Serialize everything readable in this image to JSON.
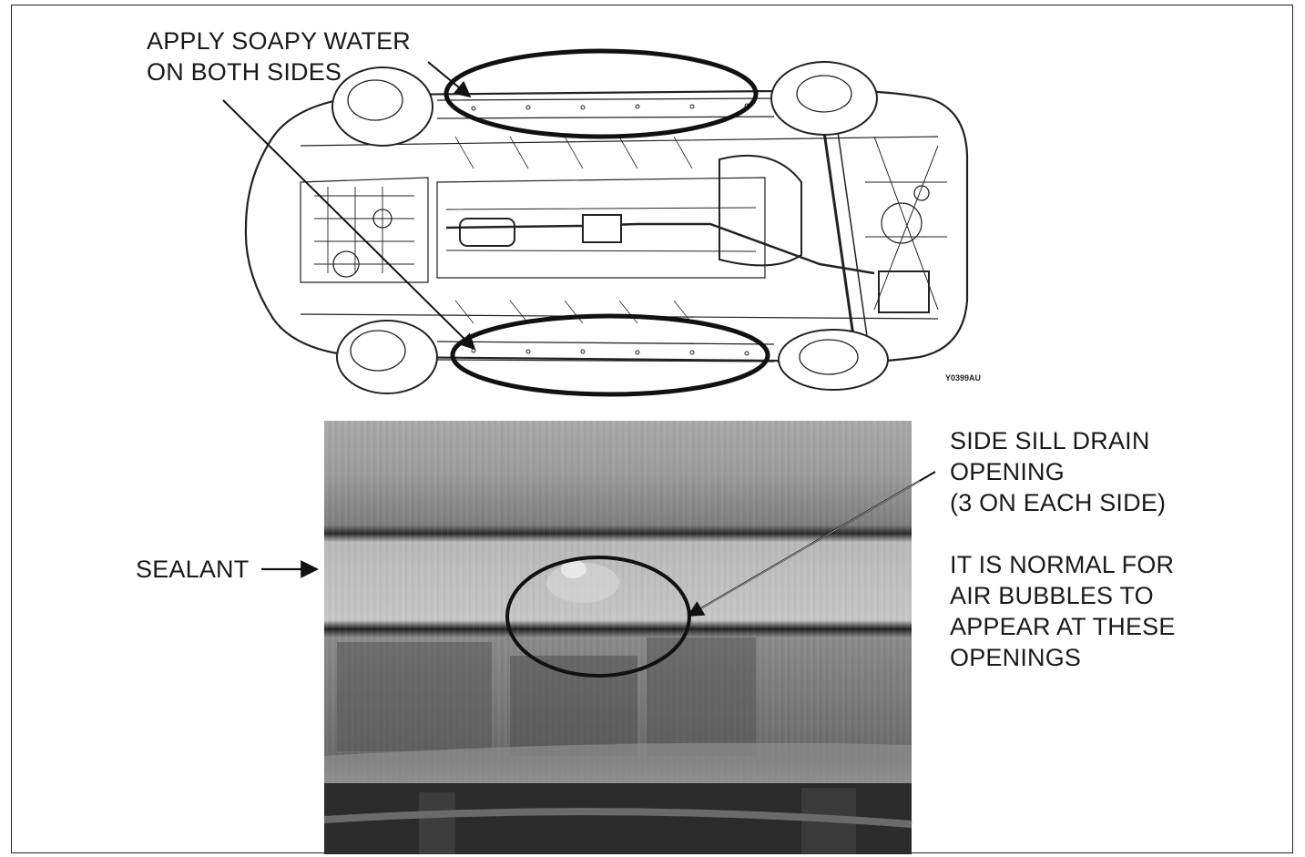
{
  "labels": {
    "apply_line1": "APPLY SOAPY WATER",
    "apply_line2": "ON BOTH SIDES",
    "drain_line1": "SIDE SILL DRAIN",
    "drain_line2": "OPENING",
    "drain_line3": "(3 ON EACH SIDE)",
    "normal_line1": "IT IS NORMAL FOR",
    "normal_line2": "AIR BUBBLES TO",
    "normal_line3": "APPEAR AT THESE",
    "normal_line4": "OPENINGS",
    "sealant": "SEALANT",
    "figure_ref": "Y0399AU"
  },
  "colors": {
    "ink": "#111111",
    "photo_dark": "#3a3a3a",
    "photo_light": "#b8b8b8"
  }
}
